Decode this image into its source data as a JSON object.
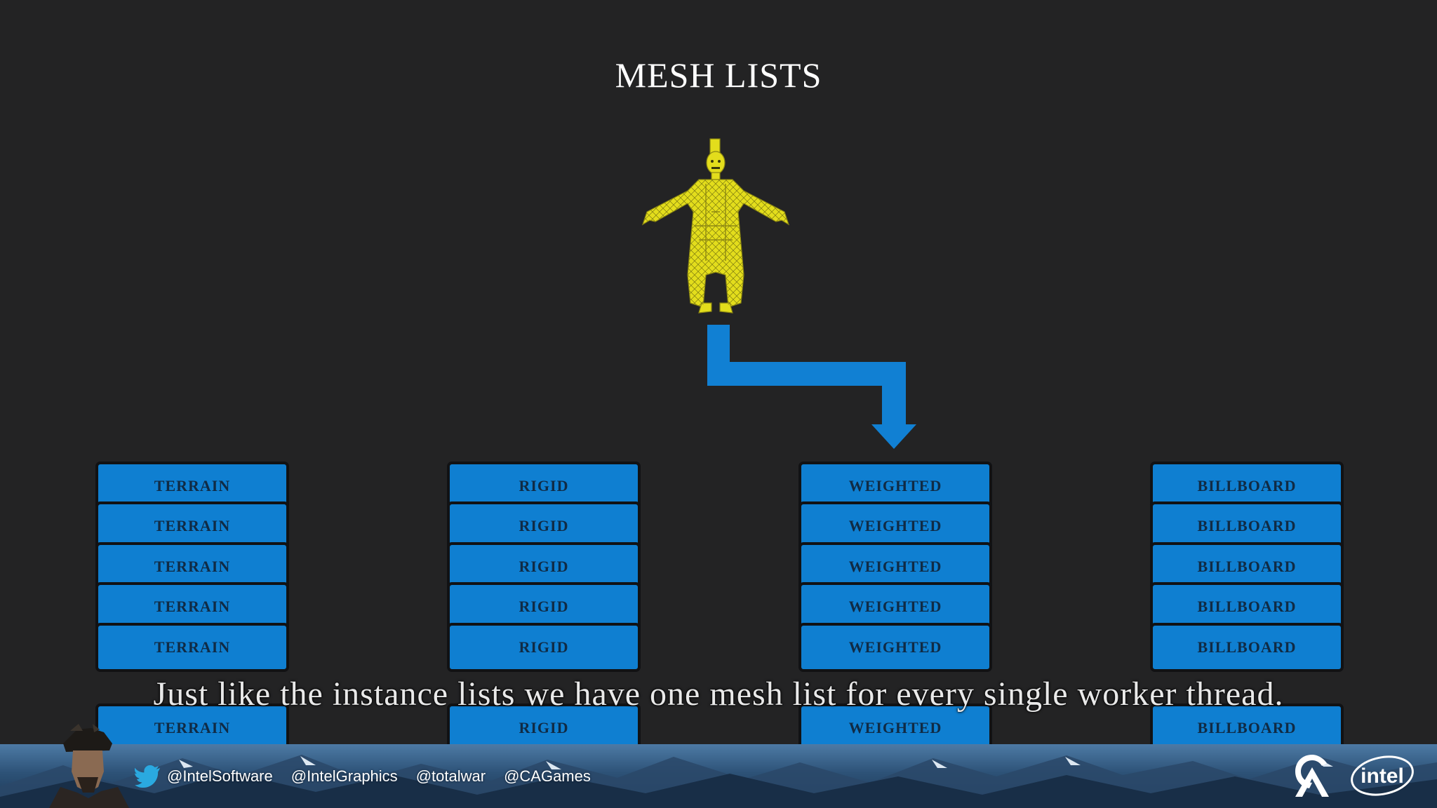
{
  "title": "MESH LISTS",
  "caption": "Just like the instance lists we have one mesh list for every single worker thread.",
  "stacks": [
    {
      "label": "TERRAIN",
      "rows": [
        "TERRAIN",
        "TERRAIN",
        "TERRAIN",
        "TERRAIN",
        "TERRAIN",
        "TERRAIN"
      ]
    },
    {
      "label": "RIGID",
      "rows": [
        "RIGID",
        "RIGID",
        "RIGID",
        "RIGID",
        "RIGID",
        "RIGID"
      ]
    },
    {
      "label": "WEIGHTED",
      "rows": [
        "WEIGHTED",
        "WEIGHTED",
        "WEIGHTED",
        "WEIGHTED",
        "WEIGHTED",
        "WEIGHTED"
      ]
    },
    {
      "label": "BILLBOARD",
      "rows": [
        "BILLBOARD",
        "BILLBOARD",
        "BILLBOARD",
        "BILLBOARD",
        "BILLBOARD",
        "BILLBOARD"
      ]
    }
  ],
  "footer": {
    "handles": [
      "@IntelSoftware",
      "@IntelGraphics",
      "@totalwar",
      "@CAGames"
    ],
    "logo_text": "intel"
  },
  "colors": {
    "background": "#232324",
    "block_fill": "#0f7fd1",
    "block_text": "#102b45",
    "arrow": "#1180d3",
    "figure": "#e3dd1c"
  },
  "icons": [
    "wireframe-character-figure",
    "elbow-arrow-down",
    "twitter-bird-icon",
    "ca-logo-icon",
    "intel-logo-icon",
    "warrior-portrait"
  ]
}
